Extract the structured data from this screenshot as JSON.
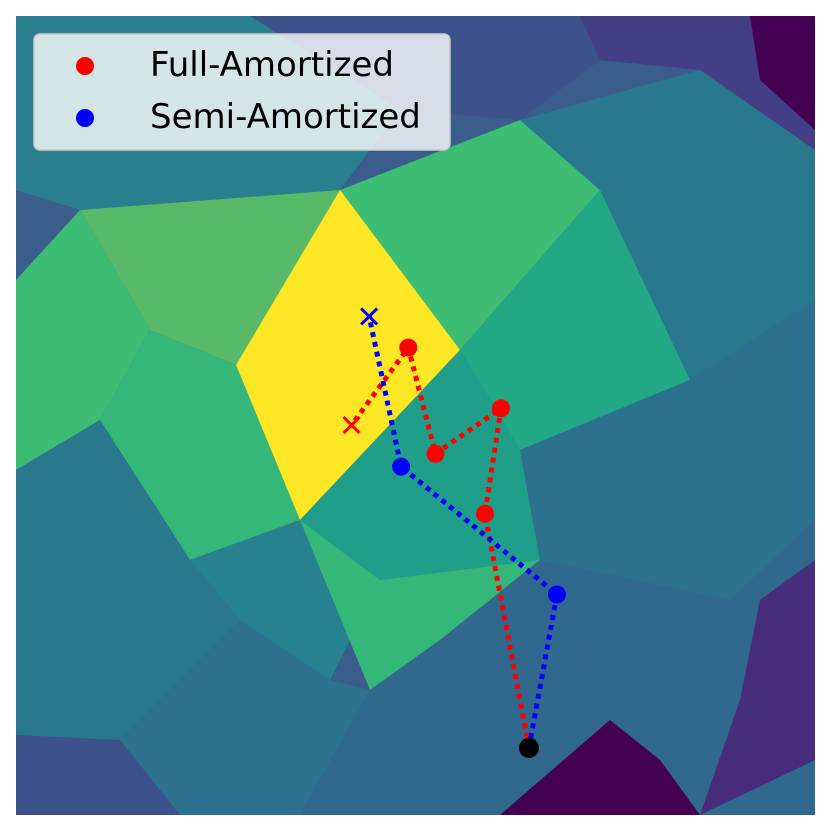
{
  "chart_data": {
    "type": "scatter",
    "title": "",
    "xlabel": "",
    "ylabel": "",
    "axes_visible": false,
    "grid": false,
    "xlim": [
      0,
      1
    ],
    "ylim": [
      0,
      1
    ],
    "legend": {
      "placement": "top-left",
      "entries": [
        {
          "label": "Full-Amortized",
          "color": "#ff0000",
          "marker": "circle"
        },
        {
          "label": "Semi-Amortized",
          "color": "#0000ff",
          "marker": "circle"
        }
      ]
    },
    "background": {
      "type": "heatmap",
      "colormap": "viridis",
      "description_levels": {
        "max_color": "#fde725",
        "min_color": "#440154"
      }
    },
    "start_point": {
      "x": 0.642,
      "y": 0.084,
      "color": "#000000"
    },
    "series": [
      {
        "name": "Full-Amortized",
        "color": "#ff0000",
        "line_style": "dotted",
        "points": [
          {
            "x": 0.642,
            "y": 0.084
          },
          {
            "x": 0.587,
            "y": 0.377
          },
          {
            "x": 0.607,
            "y": 0.509
          },
          {
            "x": 0.525,
            "y": 0.452
          },
          {
            "x": 0.491,
            "y": 0.585
          }
        ],
        "end": {
          "x": 0.42,
          "y": 0.488,
          "marker": "x"
        }
      },
      {
        "name": "Semi-Amortized",
        "color": "#0000ff",
        "line_style": "dotted",
        "points": [
          {
            "x": 0.642,
            "y": 0.084
          },
          {
            "x": 0.677,
            "y": 0.276
          },
          {
            "x": 0.482,
            "y": 0.436
          }
        ],
        "end": {
          "x": 0.442,
          "y": 0.624,
          "marker": "x"
        }
      }
    ]
  }
}
